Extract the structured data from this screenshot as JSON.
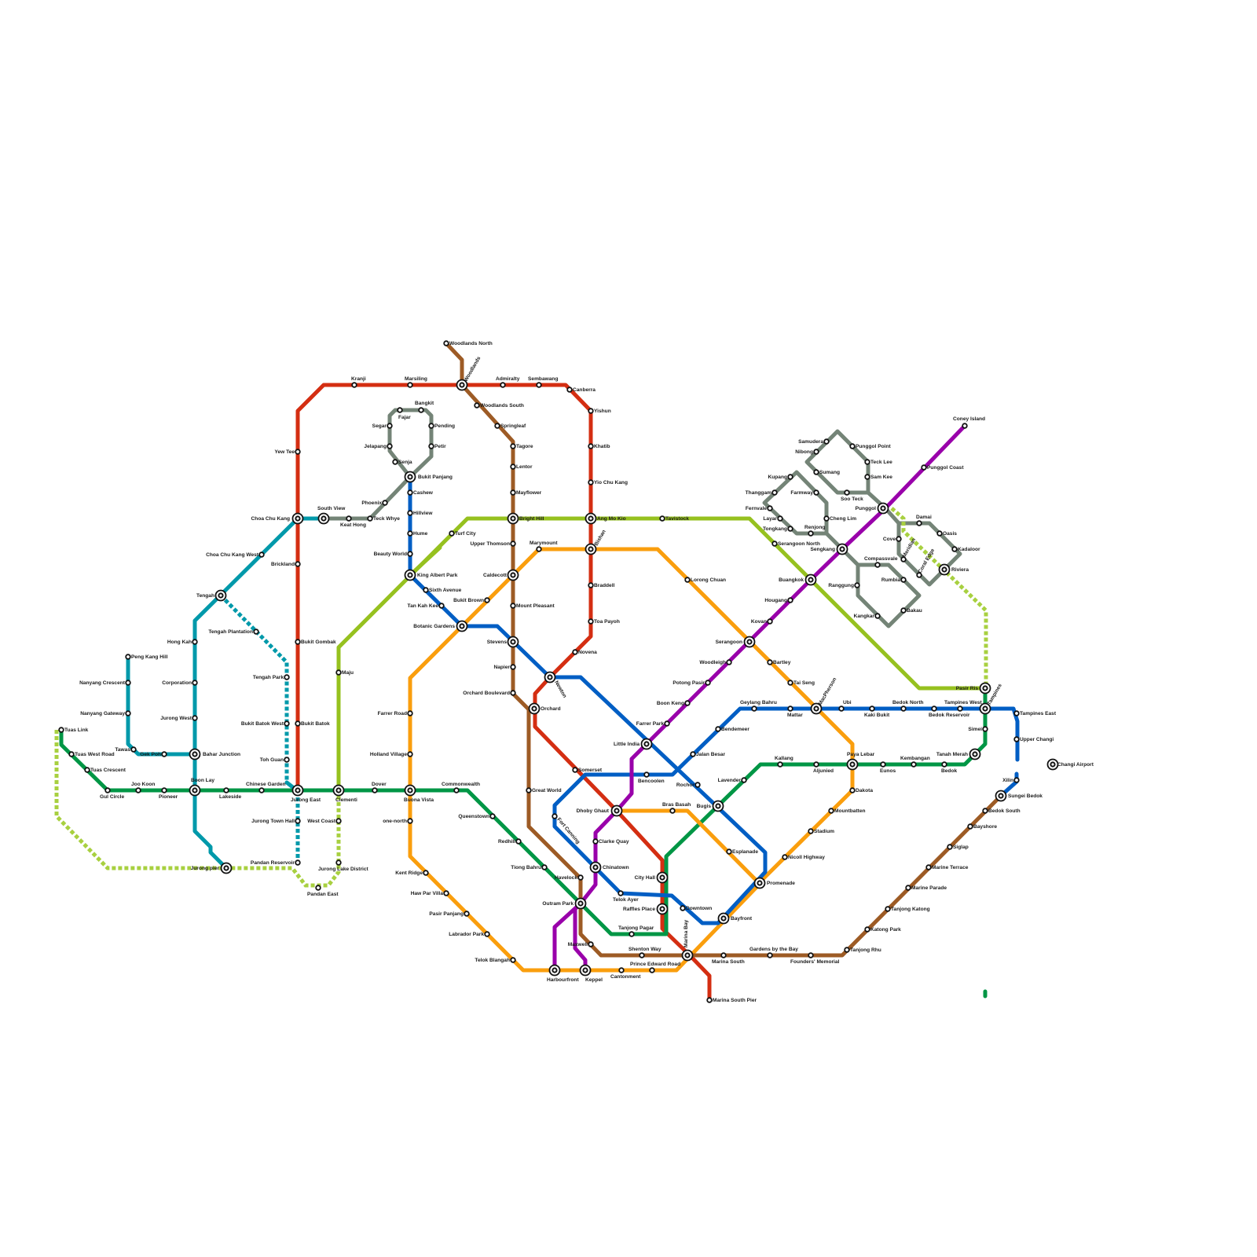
{
  "colors": {
    "red": "#d42e12",
    "green": "#009645",
    "purple": "#9900aa",
    "orange": "#fa9e0d",
    "brown": "#9d5b25",
    "blue": "#005ec4",
    "lime": "#96c11f",
    "teal": "#0099aa",
    "grey": "#748477",
    "limeDash": "#a8d040"
  },
  "stations": {
    "woodlands_north": "Woodlands North",
    "woodlands": "Woodlands",
    "woodlands_south": "Woodlands South",
    "springleaf": "Springleaf",
    "tagore": "Tagore",
    "lentor": "Lentor",
    "mayflower": "Mayflower",
    "bright_hill": "Bright Hill",
    "upper_thomson": "Upper Thomson",
    "caldecott": "Caldecott",
    "mount_pleasant": "Mount Pleasant",
    "stevens": "Stevens",
    "napier": "Napier",
    "orchard_boulevard": "Orchard Boulevard",
    "kranji": "Kranji",
    "marsiling": "Marsiling",
    "admiralty": "Admiralty",
    "sembawang": "Sembawang",
    "canberra": "Canberra",
    "yishun": "Yishun",
    "khatib": "Khatib",
    "yio_chu_kang": "Yio Chu Kang",
    "ang_mo_kio": "Ang Mo Kio",
    "bishan": "Bishan",
    "braddell": "Braddell",
    "toa_payoh": "Toa Payoh",
    "novena": "Novena",
    "newton": "Newton",
    "orchard": "Orchard",
    "somerset": "Somerset",
    "dhoby_ghaut": "Dhoby Ghaut",
    "city_hall": "City Hall",
    "raffles_place": "Raffles Place",
    "marina_bay": "Marina Bay",
    "marina_south_pier": "Marina South Pier",
    "yew_tee": "Yew Tee",
    "choa_chu_kang": "Choa Chu Kang",
    "brickland": "Brickland",
    "bukit_gombak": "Bukit Gombak",
    "bukit_batok": "Bukit Batok",
    "jurong_east": "Jurong East",
    "south_view": "South View",
    "keat_hong": "Keat Hong",
    "teck_whye": "Teck Whye",
    "phoenix": "Phoenix",
    "bukit_panjang": "Bukit Panjang",
    "senja": "Senja",
    "jelapang": "Jelapang",
    "segar": "Segar",
    "fajar": "Fajar",
    "bangkit": "Bangkit",
    "pending": "Pending",
    "petir": "Petir",
    "cashew": "Cashew",
    "hillview": "Hillview",
    "hume": "Hume",
    "beauty_world": "Beauty World",
    "king_albert_park": "King Albert Park",
    "sixth_avenue": "Sixth Avenue",
    "tan_kah_kee": "Tan Kah Kee",
    "botanic_gardens": "Botanic Gardens",
    "turf_city": "Turf City",
    "tavistock": "Tavistock",
    "marymount": "Marymount",
    "bukit_brown": "Bukit Brown",
    "lorong_chuan": "Lorong Chuan",
    "farrer_road": "Farrer Road",
    "holland_village": "Holland Village",
    "buona_vista": "Buona Vista",
    "one_north": "one-north",
    "kent_ridge": "Kent Ridge",
    "haw_par_villa": "Haw Par Villa",
    "pasir_panjang": "Pasir Panjang",
    "labrador_park": "Labrador Park",
    "telok_blangah": "Telok Blangah",
    "harbourfront": "Harbourfront",
    "keppel": "Keppel",
    "cantonment": "Cantonment",
    "prince_edward_road": "Prince Edward Road",
    "maju": "Maju",
    "clementi": "Clementi",
    "dover": "Dover",
    "commonwealth": "Commonwealth",
    "queenstown": "Queenstown",
    "redhill": "Redhill",
    "tiong_bahru": "Tiong Bahru",
    "outram_park": "Outram Park",
    "havelock": "Havelock",
    "great_world": "Great World",
    "maxwell": "Maxwell",
    "shenton_way": "Shenton Way",
    "tanjong_pagar": "Tanjong Pagar",
    "chinatown": "Chinatown",
    "clarke_quay": "Clarke Quay",
    "fort_canning": "Fort Canning",
    "telok_ayer": "Telok Ayer",
    "downtown": "Downtown",
    "bayfront": "Bayfront",
    "marina_south": "Marina South",
    "gardens_by_the_bay": "Gardens by the Bay",
    "founders_memorial": "Founders' Memorial",
    "tanjong_rhu": "Tanjong Rhu",
    "katong_park": "Katong Park",
    "tanjong_katong": "Tanjong Katong",
    "marine_parade": "Marine Parade",
    "marine_terrace": "Marine Terrace",
    "siglap": "Siglap",
    "bayshore": "Bayshore",
    "bedok_south": "Bedok South",
    "sungei_bedok": "Sungei Bedok",
    "xilin": "Xilin",
    "changi_airport": "Changi Airport",
    "bras_basah": "Bras Basah",
    "esplanade": "Esplanade",
    "promenade": "Promenade",
    "nicoll_highway": "Nicoll Highway",
    "stadium": "Stadium",
    "mountbatten": "Mountbatten",
    "dakota": "Dakota",
    "paya_lebar": "Paya Lebar",
    "macpherson": "MacPherson",
    "tai_seng": "Tai Seng",
    "bartley": "Bartley",
    "serangoon": "Serangoon",
    "little_india": "Little India",
    "farrer_park": "Farrer Park",
    "boon_keng": "Boon Keng",
    "potong_pasir": "Potong Pasir",
    "woodleigh": "Woodleigh",
    "kovan": "Kovan",
    "hougang": "Hougang",
    "buangkok": "Buangkok",
    "sengkang": "Sengkang",
    "punggol": "Punggol",
    "punggol_coast": "Punggol Coast",
    "coney_island": "Coney Island",
    "rochor": "Rochor",
    "bugis": "Bugis",
    "jalan_besar": "Jalan Besar",
    "bencoolen": "Bencoolen",
    "bendemeer": "Bendemeer",
    "geylang_bahru": "Geylang Bahru",
    "mattar": "Mattar",
    "ubi": "Ubi",
    "kaki_bukit": "Kaki Bukit",
    "bedok_north": "Bedok North",
    "bedok_reservoir": "Bedok Reservoir",
    "tampines_west": "Tampines West",
    "tampines": "Tampines",
    "tampines_east": "Tampines East",
    "upper_changi": "Upper Changi",
    "lavender": "Lavender",
    "kallang": "Kallang",
    "aljunied": "Aljunied",
    "eunos": "Eunos",
    "kembangan": "Kembangan",
    "bedok": "Bedok",
    "tanah_merah": "Tanah Merah",
    "simei": "Simei",
    "pasir_ris": "Pasir Ris",
    "tengah": "Tengah",
    "tengah_plantation": "Tengah Plantation",
    "tengah_park": "Tengah Park",
    "bukit_batok_west": "Bukit Batok West",
    "toh_guan": "Toh Guan",
    "jurong_town_hall": "Jurong Town Hall",
    "pandan_reservoir": "Pandan Reservoir",
    "choa_chu_kang_west": "Choa Chu Kang West",
    "hong_kah": "Hong Kah",
    "corporation": "Corporation",
    "jurong_west": "Jurong West",
    "bahar_junction": "Bahar Junction",
    "boon_lay": "Boon Lay",
    "peng_kang_hill": "Peng Kang Hill",
    "nanyang_crescent": "Nanyang Crescent",
    "nanyang_gateway": "Nanyang Gateway",
    "tawas": "Tawas",
    "gek_poh": "Gek Poh",
    "jurong_pier": "Jurong pier",
    "tuas_link": "Tuas Link",
    "tuas_west_road": "Tuas West Road",
    "tuas_crescent": "Tuas Crescent",
    "gul_circle": "Gul Circle",
    "joo_koon": "Joo Koon",
    "pioneer": "Pioneer",
    "lakeside": "Lakeside",
    "chinese_garden": "Chinese Garden",
    "west_coast": "West Coast",
    "jurong_lake_district": "Jurong Lake District",
    "pandan_east": "Pandan East",
    "samudera": "Samudera",
    "nibong": "Nibong",
    "sumang": "Sumang",
    "soo_teck": "Soo Teck",
    "punggol_point": "Punggol Point",
    "teck_lee": "Teck Lee",
    "sam_kee": "Sam Kee",
    "kupang": "Kupang",
    "thanggam": "Thanggam",
    "fernvale": "Fernvale",
    "layar": "Layar",
    "tongkang": "Tongkang",
    "farmway": "Farmway",
    "cheng_lim": "Cheng Lim",
    "renjong": "Renjong",
    "serangoon_north": "Serangoon North",
    "compassvale": "Compassvale",
    "rumbia": "Rumbia",
    "ranggung": "Ranggung",
    "bakau": "Bakau",
    "kangkar": "Kangkar",
    "cove": "Cove",
    "meridian": "Meridian",
    "coral_edge": "Coral Edge",
    "riviera": "Riviera",
    "kadaloor": "Kadaloor",
    "oasis": "Oasis",
    "damai": "Damai"
  }
}
